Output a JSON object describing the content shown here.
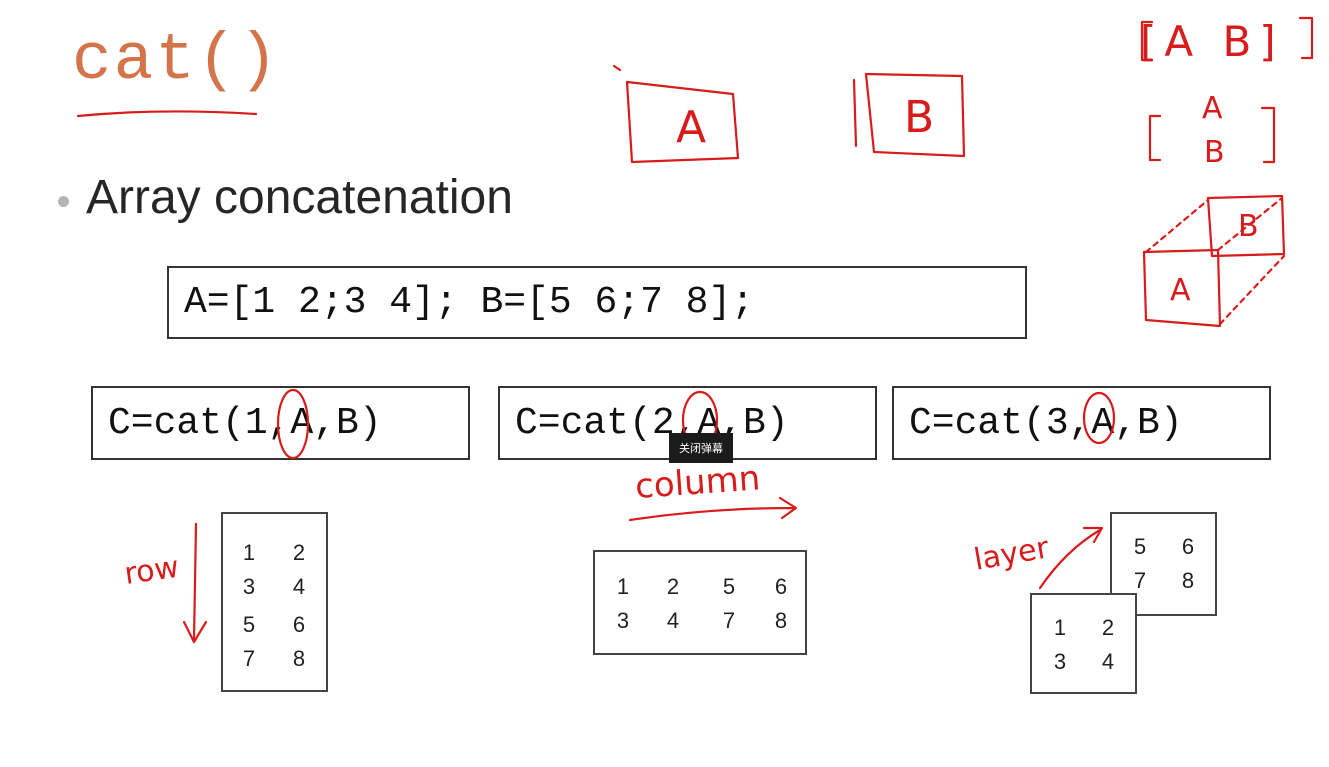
{
  "slide": {
    "title": "cat()",
    "bullet": "Array concatenation",
    "definition": "A=[1 2;3 4]; B=[5 6;7 8];",
    "commands": [
      "C=cat(1,A,B)",
      "C=cat(2,A,B)",
      "C=cat(3,A,B)"
    ],
    "matrices": {
      "dim1": [
        "1",
        "2",
        "3",
        "4",
        "5",
        "6",
        "7",
        "8"
      ],
      "dim2": [
        "1",
        "2",
        "5",
        "6",
        "3",
        "4",
        "7",
        "8"
      ],
      "dim3_back": [
        "5",
        "6",
        "7",
        "8"
      ],
      "dim3_front": [
        "1",
        "2",
        "3",
        "4"
      ]
    }
  },
  "annotations": {
    "box_a": "A",
    "box_b": "B",
    "row_ab": "[A B]",
    "col_a": "A",
    "col_b": "B",
    "cube_a": "A",
    "cube_b": "B",
    "row_label": "row",
    "column_label": "column",
    "layer_label": "layer",
    "ink_color": "#d81b1b"
  },
  "overlay": {
    "close_danmaku_label": "关闭弹幕"
  }
}
